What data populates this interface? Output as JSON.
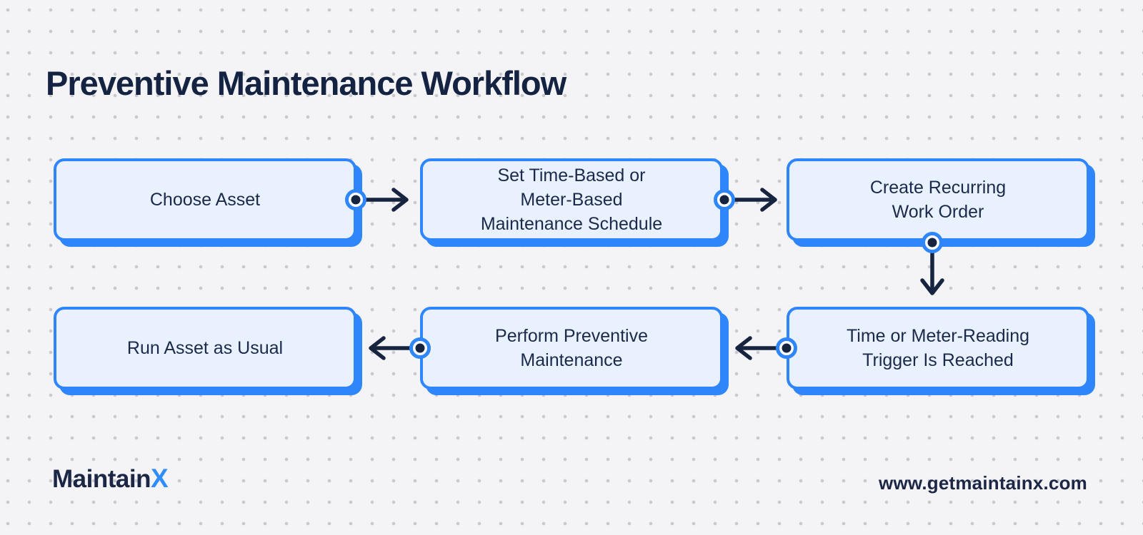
{
  "title": "Preventive Maintenance Workflow",
  "flow": {
    "nodes": [
      {
        "id": "choose-asset",
        "label": "Choose Asset"
      },
      {
        "id": "set-schedule",
        "label": "Set Time-Based or\nMeter-Based\nMaintenance Schedule"
      },
      {
        "id": "create-recurring-work-order",
        "label": "Create Recurring\nWork Order"
      },
      {
        "id": "run-asset-as-usual",
        "label": "Run Asset as Usual"
      },
      {
        "id": "perform-preventive-maintenance",
        "label": "Perform Preventive\nMaintenance"
      },
      {
        "id": "trigger-reached",
        "label": "Time or Meter-Reading\nTrigger Is Reached"
      }
    ],
    "edges": [
      {
        "from": "choose-asset",
        "to": "set-schedule",
        "direction": "right"
      },
      {
        "from": "set-schedule",
        "to": "create-recurring-work-order",
        "direction": "right"
      },
      {
        "from": "create-recurring-work-order",
        "to": "trigger-reached",
        "direction": "down"
      },
      {
        "from": "trigger-reached",
        "to": "perform-preventive-maintenance",
        "direction": "left"
      },
      {
        "from": "perform-preventive-maintenance",
        "to": "run-asset-as-usual",
        "direction": "left"
      }
    ]
  },
  "footer": {
    "brand_name": "Maintain",
    "brand_x": "X",
    "website": "www.getmaintainx.com"
  },
  "colors": {
    "accent_blue": "#2E86FA",
    "node_fill": "#E8F1FD",
    "navy_text": "#1B2A4A",
    "title_navy": "#152342",
    "background": "#F4F4F6",
    "grid_dot": "#C8C8CE",
    "logo_x_blue": "#2F8DFD"
  }
}
